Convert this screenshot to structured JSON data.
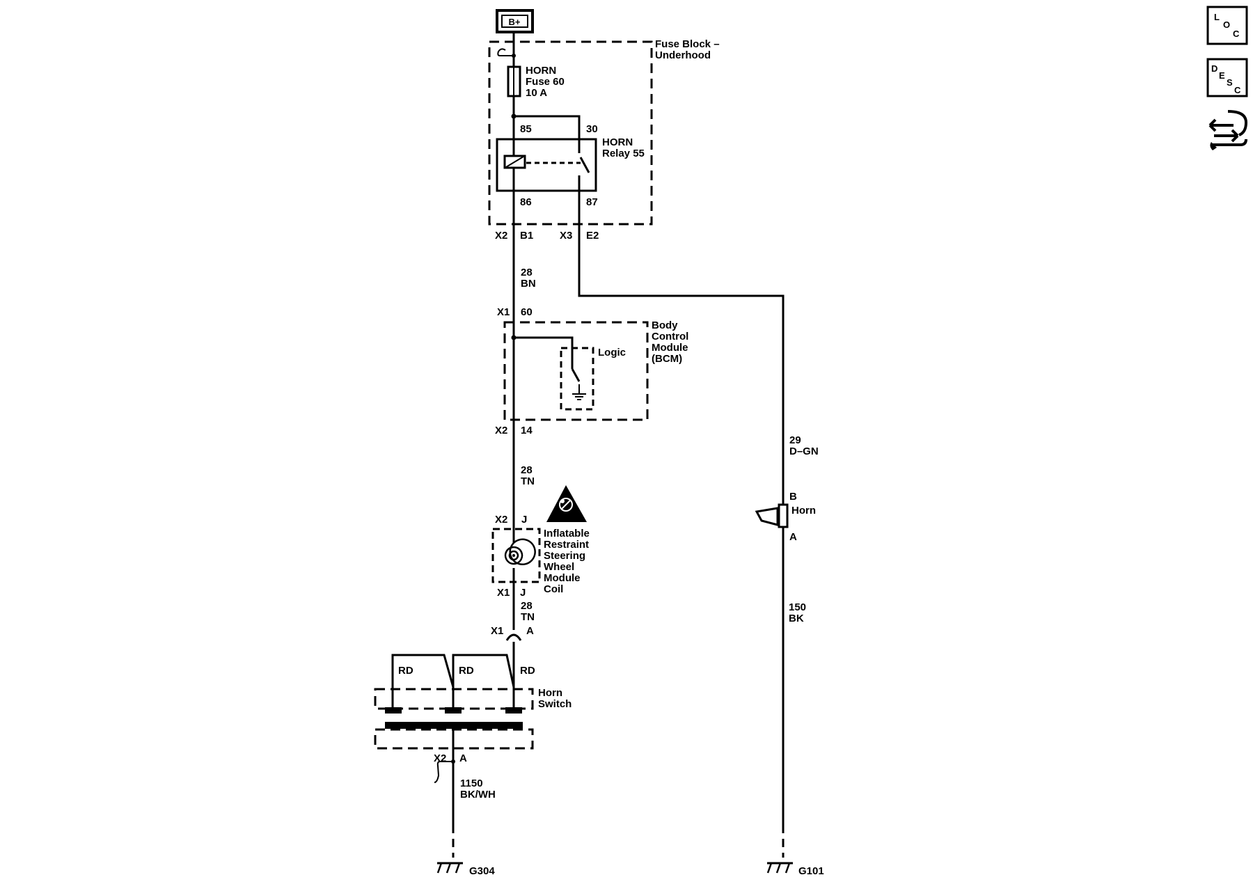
{
  "supply": {
    "label": "B+"
  },
  "fuse_block": {
    "title": [
      "Fuse Block –",
      "Underhood"
    ],
    "fuse": [
      "HORN",
      "Fuse 60",
      "10 A"
    ],
    "relay": [
      "HORN",
      "Relay 55"
    ],
    "pins": {
      "p85": "85",
      "p30": "30",
      "p86": "86",
      "p87": "87"
    },
    "conn_left": {
      "conn": "X2",
      "pin": "B1"
    },
    "conn_right": {
      "conn": "X3",
      "pin": "E2"
    }
  },
  "wires": {
    "w_bn": [
      "28",
      "BN"
    ],
    "w_tn1": [
      "28",
      "TN"
    ],
    "w_tn2": [
      "28",
      "TN"
    ],
    "w_dgn": [
      "29",
      "D–GN"
    ],
    "w_bk": [
      "150",
      "BK"
    ],
    "w_bkwh": [
      "1150",
      "BK/WH"
    ]
  },
  "bcm": {
    "title": [
      "Body",
      "Control",
      "Module",
      "(BCM)"
    ],
    "logic": "Logic",
    "conn_top": {
      "conn": "X1",
      "pin": "60"
    },
    "conn_bottom": {
      "conn": "X2",
      "pin": "14"
    }
  },
  "coil": {
    "title": [
      "Inflatable",
      "Restraint",
      "Steering",
      "Wheel",
      "Module",
      "Coil"
    ],
    "conn_top": {
      "conn": "X2",
      "pin": "J"
    },
    "conn_bottom": {
      "conn": "X1",
      "pin": "J"
    }
  },
  "horn_switch": {
    "conn_top": {
      "conn": "X1",
      "pin": "A"
    },
    "rd_labels": [
      "RD",
      "RD",
      "RD"
    ],
    "title": [
      "Horn",
      "Switch"
    ],
    "conn_bottom": {
      "conn": "X2",
      "pin": "A"
    }
  },
  "horn": {
    "label": "Horn",
    "pin_b": "B",
    "pin_a": "A"
  },
  "grounds": {
    "g304": "G304",
    "g101": "G101"
  },
  "side_icons": {
    "loc": [
      "L",
      "O",
      "C"
    ],
    "desc": [
      "D",
      "E",
      "S",
      "C"
    ]
  }
}
